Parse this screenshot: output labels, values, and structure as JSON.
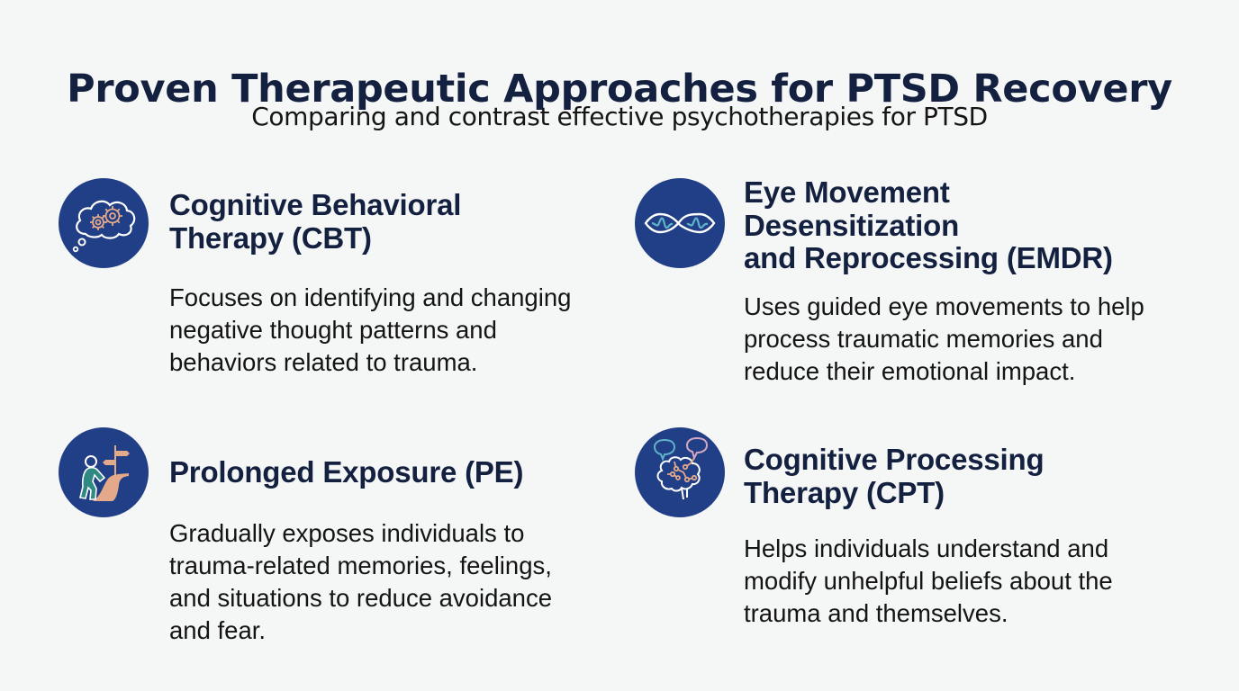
{
  "header": {
    "title": "Proven Therapeutic Approaches for PTSD Recovery",
    "subtitle": "Comparing and contrast effective psychotherapies for PTSD"
  },
  "colors": {
    "background": "#f5f6f6",
    "heading": "#13203f",
    "icon_circle": "#213f86",
    "icon_accent_teal": "#5fb3c9",
    "icon_accent_peach": "#e3a98a",
    "icon_accent_pink": "#d6a8bf",
    "body_text": "#141414"
  },
  "cards": [
    {
      "id": "cbt",
      "icon": "thought-gears-icon",
      "heading": "Cognitive Behavioral\nTherapy (CBT)",
      "body": "Focuses on identifying and changing\nnegative thought patterns and\nbehaviors related to trauma."
    },
    {
      "id": "emdr",
      "icon": "eye-waves-icon",
      "heading": "Eye Movement\nDesensitization\nand Reprocessing (EMDR)",
      "body": "Uses guided eye movements to help\nprocess traumatic memories and\nreduce their emotional impact."
    },
    {
      "id": "pe",
      "icon": "person-climbing-path-icon",
      "heading": "Prolonged Exposure (PE)",
      "body": "Gradually exposes individuals to\ntrauma-related memories, feelings,\nand situations to reduce avoidance\nand fear."
    },
    {
      "id": "cpt",
      "icon": "brain-speech-bubbles-icon",
      "heading": "Cognitive Processing\nTherapy (CPT)",
      "body": "Helps individuals understand and\nmodify unhelpful beliefs about the\ntrauma and themselves."
    }
  ]
}
